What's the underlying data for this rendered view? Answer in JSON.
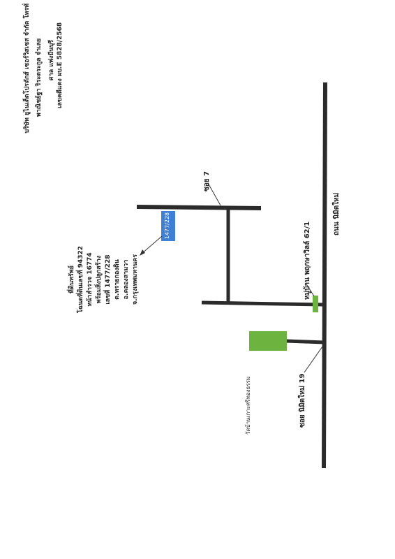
{
  "header": {
    "lines": [
      "บริษัท ยูไนเต็ดโปรดักส์ เซอร์วิสเซส จำกัด โทรทั่",
      "พาณิชย์ฐา ริระตระกูล จำเลย",
      "ศาล แพ่งมีนบุรี",
      "เลขคดีแดง ผบ.E 5828/2568"
    ]
  },
  "property": {
    "lines": [
      "ที่ดินทรัพย์",
      "โฉนดที่ดินเลขที่ 94322",
      "หน้าสำรวจ 16774",
      "พร้อมสิ่งปลูกสร้าง",
      "เลขที่ 1477/228",
      "ต.ทรายกองดิน",
      "อ.คลองสามวา",
      "จ.กรุงเทพมหานคร"
    ],
    "house_number": "1477/228"
  },
  "labels": {
    "soi_7": "ซอย 7",
    "village": "หมู่บ้าน พฤกษาวิลล์ 62/1",
    "temple": "วัดบ้านเกาะศรีทองธรรม",
    "soi_19": "ซอย นิมิตใหม่ 19",
    "main_road": "ถนน นิมิตใหม่"
  },
  "colors": {
    "road": "#2b2b2b",
    "property_marker": "#3f7fd6",
    "landmark": "#6db33f"
  }
}
